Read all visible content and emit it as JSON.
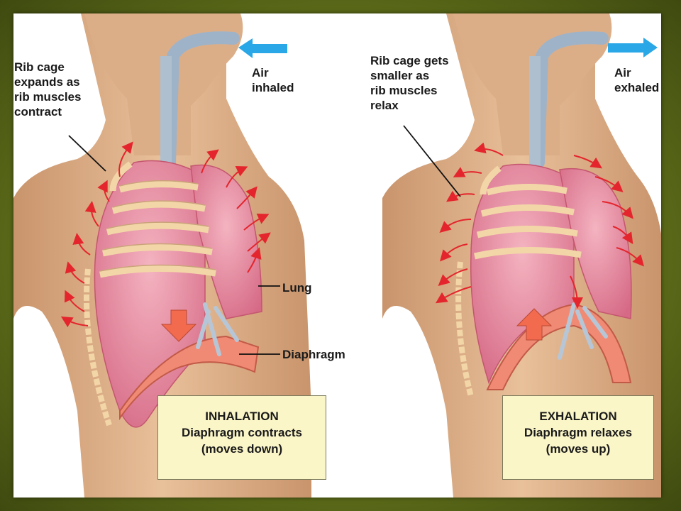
{
  "left_panel": {
    "rib_label": [
      "Rib cage",
      "expands as",
      "rib muscles",
      "contract"
    ],
    "air_label": [
      "Air",
      "inhaled"
    ],
    "lung_label": "Lung",
    "diaphragm_label": "Diaphragm",
    "box": {
      "title": "INHALATION",
      "line1": "Diaphragm contracts",
      "line2": "(moves down)"
    }
  },
  "right_panel": {
    "rib_label": [
      "Rib cage gets",
      "smaller as",
      "rib muscles",
      "relax"
    ],
    "air_label": [
      "Air",
      "exhaled"
    ],
    "box": {
      "title": "EXHALATION",
      "line1": "Diaphragm relaxes",
      "line2": "(moves up)"
    }
  },
  "colors": {
    "frame_background": "#6b7a1f",
    "skin": "#ddb08a",
    "lung": "#e6879e",
    "rib": "#f3d6a8",
    "airway": "#aebfd0",
    "red_arrow": "#e4252d",
    "blue_arrow": "#2aa7e6",
    "diaphragm_arrow": "#f26b4f",
    "caption_box": "#fbf6c8"
  },
  "icons": {
    "air_in": "arrow-left-icon",
    "air_out": "arrow-right-icon",
    "diaphragm_down": "arrow-down-icon",
    "diaphragm_up": "arrow-up-icon"
  }
}
